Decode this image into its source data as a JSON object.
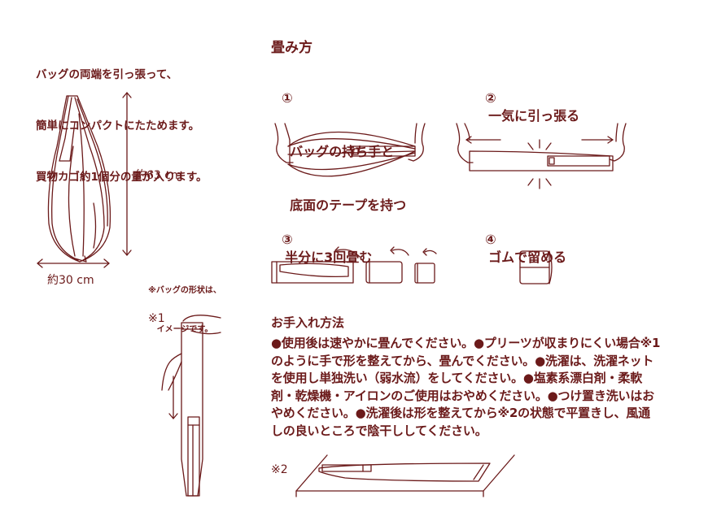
{
  "intro": {
    "lines": [
      "バッグの両端を引っ張って、",
      "簡単にコンパクトにたためます。",
      "買物カゴ約1個分の量が入ります。"
    ]
  },
  "bag_dimensions": {
    "height": "約63 cm",
    "width": "約30 cm",
    "note_lines": [
      "※バッグの形状は、",
      "イメージです。"
    ]
  },
  "folding": {
    "title": "畳み方",
    "steps": [
      {
        "number": "①",
        "lines": [
          "バッグの持ち手と",
          "底面のテープを持つ"
        ]
      },
      {
        "number": "②",
        "lines": [
          "一気に引っ張る"
        ]
      },
      {
        "number": "③",
        "lines": [
          "半分に3回畳む"
        ]
      },
      {
        "number": "④",
        "lines": [
          "ゴムで留める"
        ]
      }
    ]
  },
  "care": {
    "title": "お手入れ方法",
    "text": "●使用後は速やかに畳んでください。●プリーツが収まりにくい場合※1のように手で形を整えてから、畳んでください。●洗濯は、洗濯ネットを使用し単独洗い（弱水流）をしてください。●塩素系漂白剤・柔軟剤・乾燥機・アイロンのご使用はおやめください。●つけ置き洗いはおやめください。●洗濯後は形を整えてから※2の状態で平置きし、風通しの良いところで陰干ししてください。"
  },
  "figure_labels": {
    "note1": "※1",
    "note2": "※2"
  },
  "colors": {
    "primary": "#6b1a1a",
    "background": "#ffffff"
  }
}
